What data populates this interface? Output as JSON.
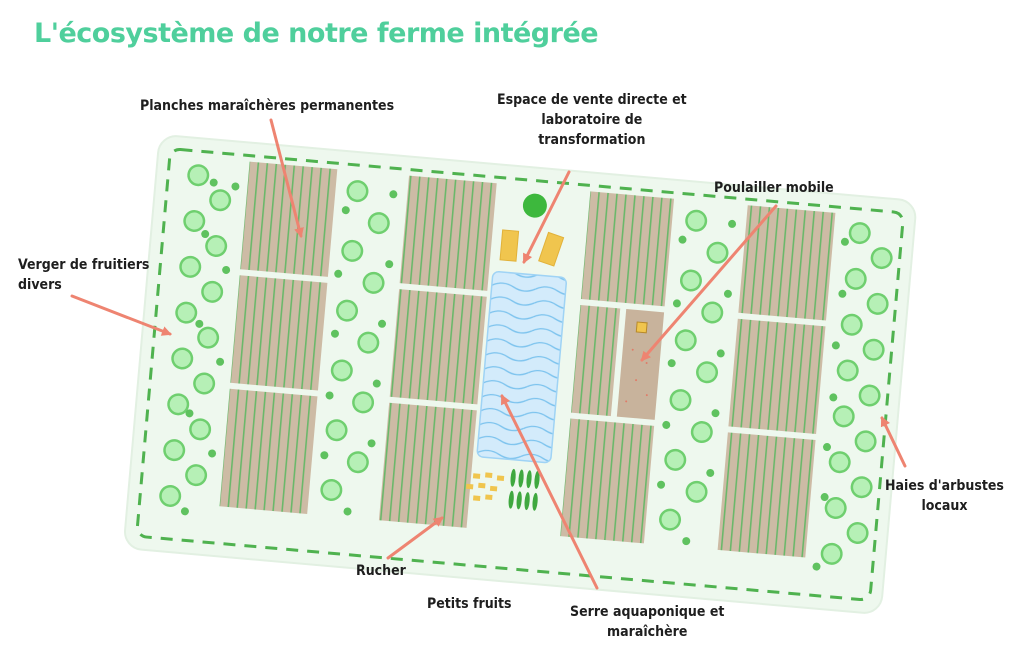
{
  "title": "L'écosystème de notre ferme intégrée",
  "labels": {
    "planches": "Planches maraîchères permanentes",
    "vente_1": "Espace de vente directe et",
    "vente_2": "laboratoire de",
    "vente_3": "transformation",
    "poulailler": "Poulailler mobile",
    "verger_1": "Verger de fruitiers",
    "verger_2": "divers",
    "haies_1": "Haies d'arbustes",
    "haies_2": "locaux",
    "rucher": "Rucher",
    "petits_fruits": "Petits fruits",
    "serre_1": "Serre aquaponique et",
    "serre_2": "maraîchère"
  },
  "colors": {
    "title": "#4fcf9c",
    "field_bg": "#eef8ee",
    "hedge": "#5cbf5c",
    "tree": "#8fe08f",
    "bed": "#cdbba5",
    "bed_stripe": "#6ab86a",
    "greenhouse": "#cde8fb",
    "coop": "#c8b39c",
    "shop": "#f0c54e",
    "arrow": "#ee8471"
  }
}
